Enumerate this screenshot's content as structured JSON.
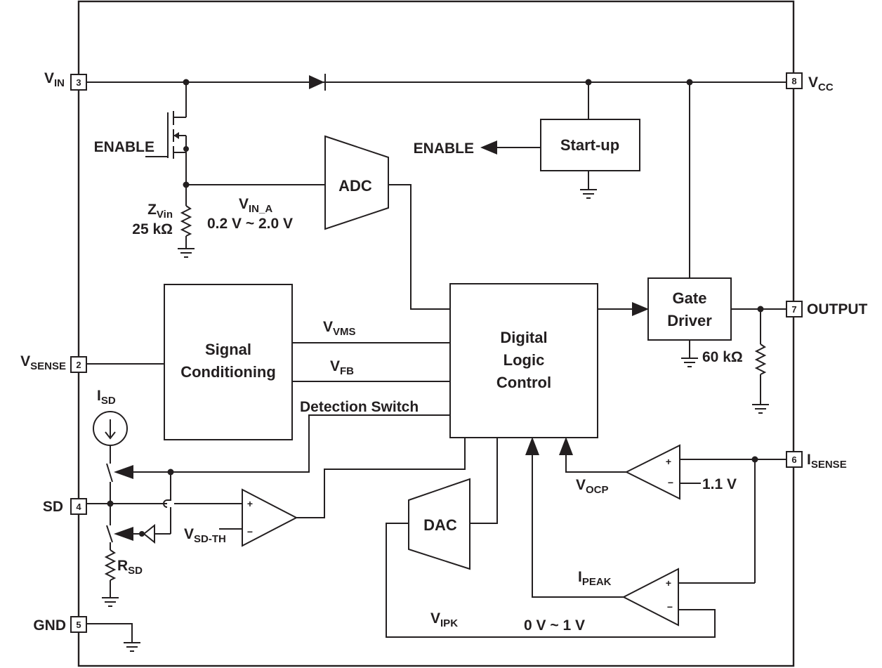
{
  "pins": {
    "vin": {
      "base": "V",
      "sub": "IN",
      "number": "3"
    },
    "vcc": {
      "base": "V",
      "sub": "CC",
      "number": "8"
    },
    "vsense": {
      "base": "V",
      "sub": "SENSE",
      "number": "2"
    },
    "output": {
      "label": "OUTPUT",
      "number": "7"
    },
    "sd": {
      "label": "SD",
      "number": "4"
    },
    "isense": {
      "base": "I",
      "sub": "SENSE",
      "number": "6"
    },
    "gnd": {
      "label": "GND",
      "number": "5"
    }
  },
  "blocks": {
    "startup": {
      "label": "Start-up"
    },
    "adc": {
      "label": "ADC"
    },
    "signal_conditioning": {
      "line1": "Signal",
      "line2": "Conditioning"
    },
    "digital_logic": {
      "line1": "Digital",
      "line2": "Logic",
      "line3": "Control"
    },
    "gate_driver": {
      "line1": "Gate",
      "line2": "Driver"
    },
    "dac": {
      "label": "DAC"
    }
  },
  "labels": {
    "enable_startup": "ENABLE",
    "enable_fet": "ENABLE",
    "zvin": {
      "base": "Z",
      "sub": "Vin"
    },
    "zvin_value": "25 kΩ",
    "vin_a": {
      "base": "V",
      "sub": "IN_A"
    },
    "vin_a_range": "0.2 V ~ 2.0 V",
    "vvms": {
      "base": "V",
      "sub": "VMS"
    },
    "vfb": {
      "base": "V",
      "sub": "FB"
    },
    "detection_switch": "Detection Switch",
    "isd": {
      "base": "I",
      "sub": "SD"
    },
    "rsd": {
      "base": "R",
      "sub": "SD"
    },
    "vsd_th": {
      "base": "V",
      "sub": "SD-TH"
    },
    "output_res": "60 kΩ",
    "vocp": {
      "base": "V",
      "sub": "OCP"
    },
    "ocp_ref": "1.1 V",
    "ipeak": {
      "base": "I",
      "sub": "PEAK"
    },
    "vipk": {
      "base": "V",
      "sub": "IPK"
    },
    "vipk_range": "0 V ~ 1 V",
    "plus": "+",
    "minus": "−"
  },
  "colors": {
    "ink": "#231f20",
    "background": "#ffffff"
  }
}
